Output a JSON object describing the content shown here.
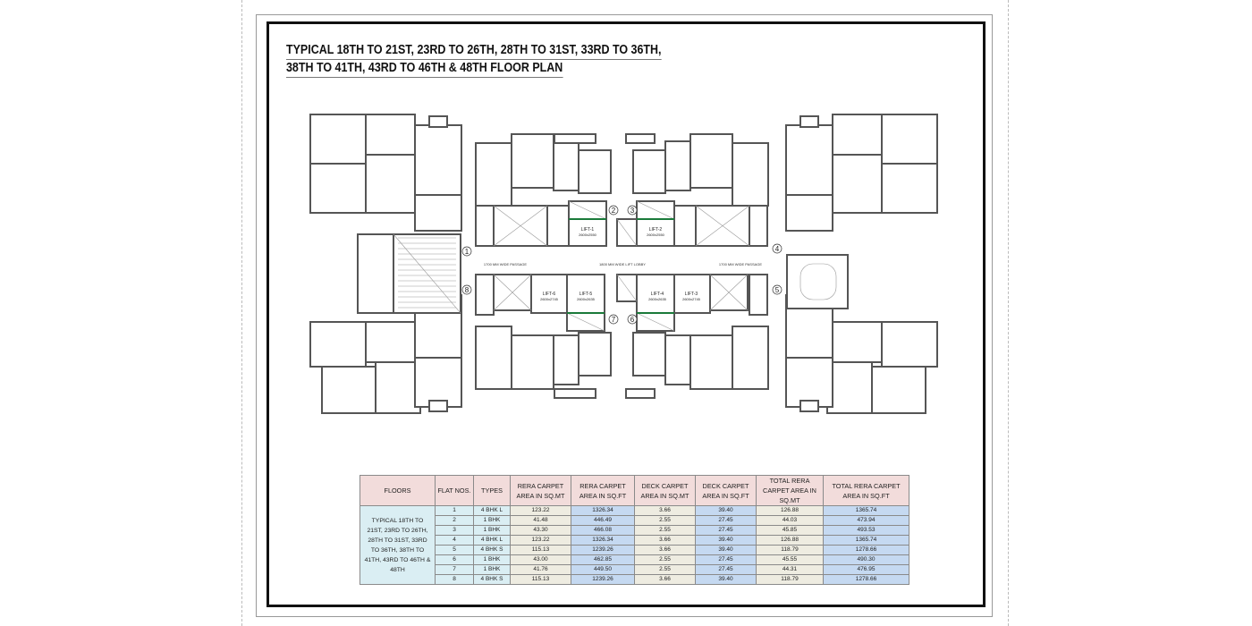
{
  "title": {
    "line1": "TYPICAL 18TH TO 21ST, 23RD TO 26TH, 28TH TO 31ST, 33RD TO 36TH,",
    "line2": "38TH TO 41TH, 43RD TO 46TH & 48TH FLOOR PLAN"
  },
  "plan": {
    "flat_markers": [
      "1",
      "2",
      "3",
      "4",
      "5",
      "6",
      "7",
      "8"
    ],
    "lifts": [
      {
        "name": "LIFT-1",
        "size": "2600x2550"
      },
      {
        "name": "LIFT-2",
        "size": "2600x2550"
      },
      {
        "name": "LIFT-6",
        "size": "2600x2745"
      },
      {
        "name": "LIFT-5",
        "size": "2600x2635"
      },
      {
        "name": "LIFT-4",
        "size": "2600x2635"
      },
      {
        "name": "LIFT-3",
        "size": "2600x2745"
      }
    ],
    "passage_left": "1700 MM WIDE PASSAGE",
    "lift_lobby": "1800 MM WIDE LIFT LOBBY",
    "passage_right": "1700 MM WIDE PASSAGE"
  },
  "table": {
    "headers": [
      "FLOORS",
      "FLAT NOS.",
      "TYPES",
      "RERA CARPET AREA IN SQ.MT",
      "RERA CARPET AREA IN SQ.FT",
      "DECK CARPET AREA IN SQ.MT",
      "DECK CARPET AREA IN SQ.FT",
      "TOTAL RERA CARPET AREA IN SQ.MT",
      "TOTAL RERA CARPET AREA IN SQ.FT"
    ],
    "floors": "TYPICAL 18TH TO 21ST, 23RD TO 26TH, 28TH TO 31ST, 33RD TO 36TH, 38TH TO 41TH, 43RD TO 46TH & 48TH",
    "rows": [
      [
        "1",
        "4 BHK L",
        "123.22",
        "1326.34",
        "3.66",
        "39.40",
        "126.88",
        "1365.74"
      ],
      [
        "2",
        "1 BHK",
        "41.48",
        "446.49",
        "2.55",
        "27.45",
        "44.03",
        "473.94"
      ],
      [
        "3",
        "1 BHK",
        "43.30",
        "466.08",
        "2.55",
        "27.45",
        "45.85",
        "493.53"
      ],
      [
        "4",
        "4 BHK L",
        "123.22",
        "1326.34",
        "3.66",
        "39.40",
        "126.88",
        "1365.74"
      ],
      [
        "5",
        "4 BHK S",
        "115.13",
        "1239.26",
        "3.66",
        "39.40",
        "118.79",
        "1278.66"
      ],
      [
        "6",
        "1 BHK",
        "43.00",
        "462.85",
        "2.55",
        "27.45",
        "45.55",
        "490.30"
      ],
      [
        "7",
        "1 BHK",
        "41.76",
        "449.50",
        "2.55",
        "27.45",
        "44.31",
        "476.95"
      ],
      [
        "8",
        "4 BHK S",
        "115.13",
        "1239.26",
        "3.66",
        "39.40",
        "118.79",
        "1278.66"
      ]
    ]
  }
}
